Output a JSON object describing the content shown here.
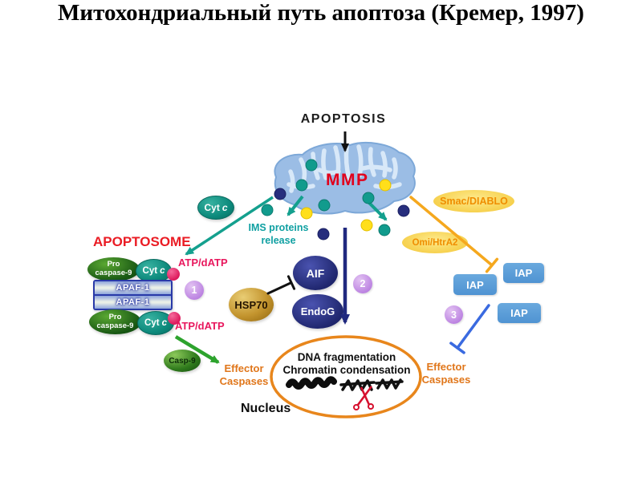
{
  "title": "Митохондриальный путь апоптоза (Кремер, 1997)",
  "colors": {
    "title_text": "#000000",
    "mmp_red": "#e1001c",
    "apoptosome_red": "#ea1c24",
    "teal": "#119b8d",
    "teal_text": "#10a0a2",
    "navy": "#272e7d",
    "yellow_dot": "#ffdf1b",
    "pink_dot": "#ec2f6e",
    "violet_step": "#bd85e2",
    "green_oval": "#175613",
    "apaf_blue": "#2a3aa8",
    "gold_hsp": "#c3942e",
    "smac_fill": "#f6cf4a",
    "smac_text": "#ef8d00",
    "iap_blue": "#5b9ed8",
    "orange_accent": "#f5a81e",
    "effector_text": "#e0761a",
    "atp_pink": "#e8175d",
    "green_arrow": "#2da32d",
    "blue_inhibit": "#3a6ae0",
    "nucleus_stroke": "#e8861c",
    "scissors_red": "#d6102e",
    "mito_fill": "#9bbde5"
  },
  "diagram": {
    "apoptosis": "APOPTOSIS",
    "mmp": "MMP",
    "cyt_c": {
      "word": "Cyt",
      "letter": "c"
    },
    "ims_release": {
      "line1": "IMS proteins",
      "line2": "release"
    },
    "apoptosome": {
      "heading": "APOPTOSOME",
      "pro_caspase": {
        "line1": "Pro",
        "line2": "caspase-9"
      },
      "apaf": "APAF-1",
      "atp_datp": "ATP/dATP"
    },
    "hsp70": "HSP70",
    "aif": "AIF",
    "endog": "EndoG",
    "smac_diablo": "Smac/DIABLO",
    "omi_htra2": "Omi/HtrA2",
    "iap": "IAP",
    "steps": [
      "1",
      "2",
      "3"
    ],
    "casp9": "Casp-9",
    "effector_caspases": {
      "line1": "Effector",
      "line2": "Caspases"
    },
    "nucleus": {
      "line1": "DNA fragmentation",
      "line2": "Chromatin condensation",
      "label": "Nucleus"
    }
  }
}
